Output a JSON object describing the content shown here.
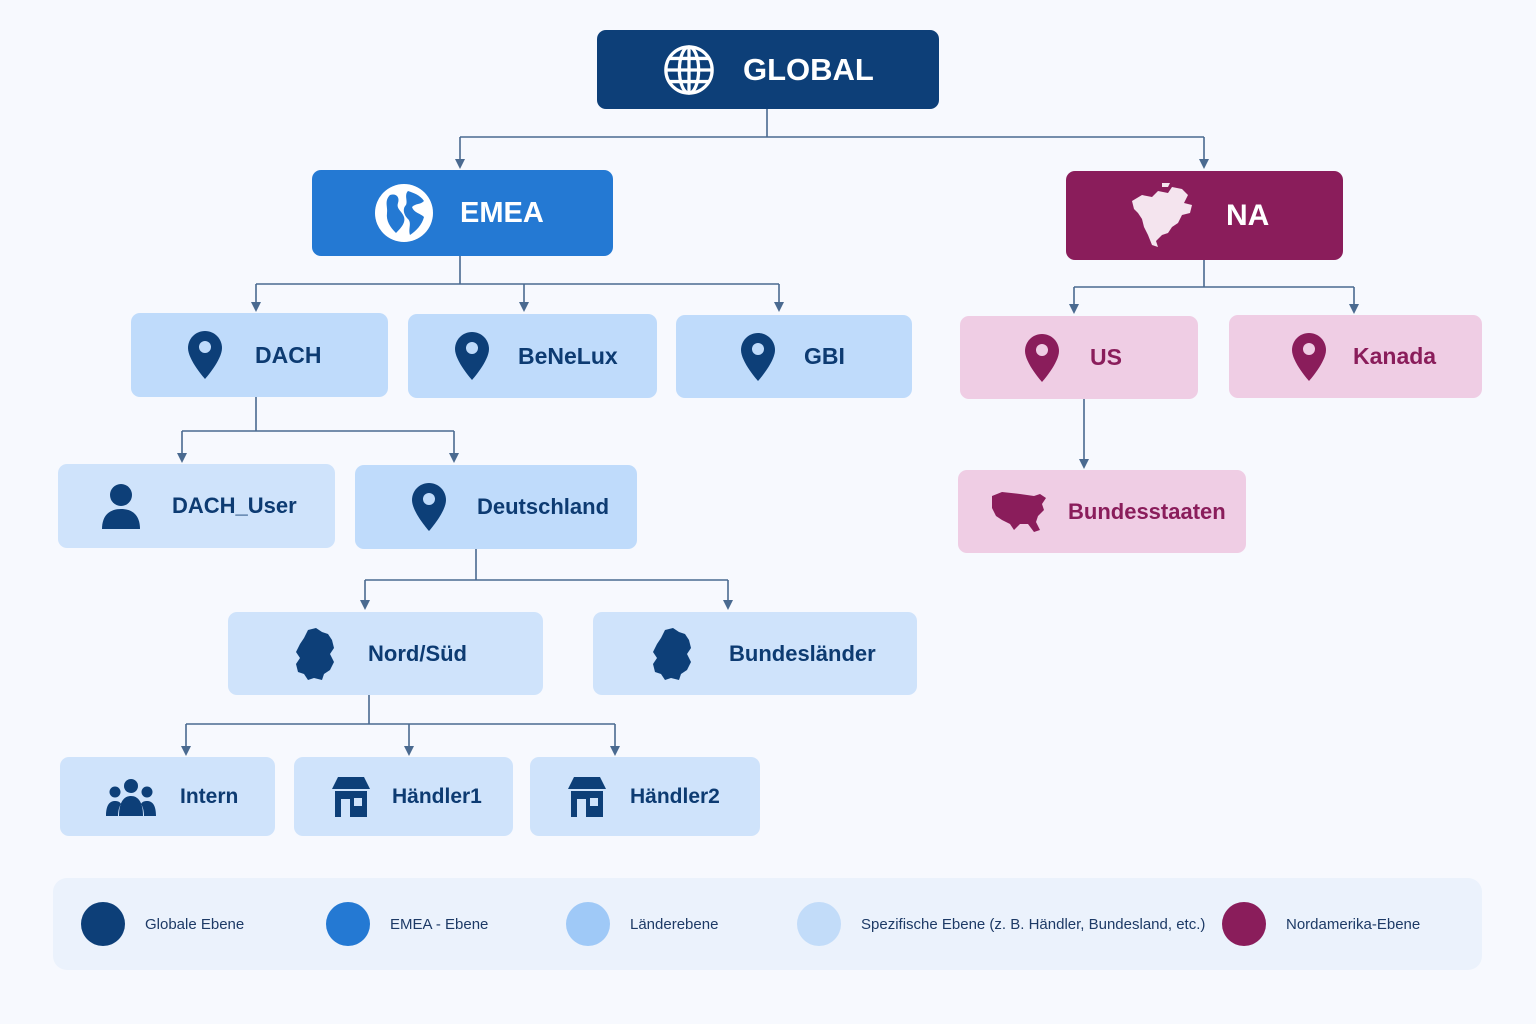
{
  "diagram": {
    "nodes": {
      "global": {
        "label": "GLOBAL",
        "icon": "globe-icon"
      },
      "emea": {
        "label": "EMEA",
        "icon": "earth-icon"
      },
      "na": {
        "label": "NA",
        "icon": "north-america-map-icon"
      },
      "dach": {
        "label": "DACH",
        "icon": "location-pin-icon"
      },
      "benelux": {
        "label": "BeNeLux",
        "icon": "location-pin-icon"
      },
      "gbi": {
        "label": "GBI",
        "icon": "location-pin-icon"
      },
      "us": {
        "label": "US",
        "icon": "location-pin-icon"
      },
      "kanada": {
        "label": "Kanada",
        "icon": "location-pin-icon"
      },
      "dach_user": {
        "label": "DACH_User",
        "icon": "user-icon"
      },
      "deutschland": {
        "label": "Deutschland",
        "icon": "location-pin-icon"
      },
      "bundesstaaten": {
        "label": "Bundesstaaten",
        "icon": "usa-map-icon"
      },
      "nord_sued": {
        "label": "Nord/Süd",
        "icon": "germany-map-icon"
      },
      "bundeslaender": {
        "label": "Bundesländer",
        "icon": "germany-map-icon"
      },
      "intern": {
        "label": "Intern",
        "icon": "group-icon"
      },
      "haendler1": {
        "label": "Händler1",
        "icon": "store-icon"
      },
      "haendler2": {
        "label": "Händler2",
        "icon": "store-icon"
      }
    },
    "edges": [
      [
        "global",
        "emea"
      ],
      [
        "global",
        "na"
      ],
      [
        "emea",
        "dach"
      ],
      [
        "emea",
        "benelux"
      ],
      [
        "emea",
        "gbi"
      ],
      [
        "na",
        "us"
      ],
      [
        "na",
        "kanada"
      ],
      [
        "dach",
        "dach_user"
      ],
      [
        "dach",
        "deutschland"
      ],
      [
        "us",
        "bundesstaaten"
      ],
      [
        "deutschland",
        "nord_sued"
      ],
      [
        "deutschland",
        "bundeslaender"
      ],
      [
        "nord_sued",
        "intern"
      ],
      [
        "nord_sued",
        "haendler1"
      ],
      [
        "nord_sued",
        "haendler2"
      ]
    ]
  },
  "legend": [
    {
      "label": "Globale Ebene",
      "color": "#0d3f78"
    },
    {
      "label": "EMEA - Ebene",
      "color": "#2479d3"
    },
    {
      "label": "Länderebene",
      "color": "#9fc9f7"
    },
    {
      "label": "Spezifische Ebene (z. B. Händler, Bundesland, etc.)",
      "color": "#c2dcf9"
    },
    {
      "label": "Nordamerika-Ebene",
      "color": "#8a1d5b"
    }
  ],
  "colors": {
    "global": "#0d3f78",
    "region": "#2479d3",
    "na": "#8a1d5b",
    "country": "#bfdbfb",
    "specific": "#cfe3fb",
    "na_sub": "#efcde4",
    "connector": "#4a6a90"
  }
}
